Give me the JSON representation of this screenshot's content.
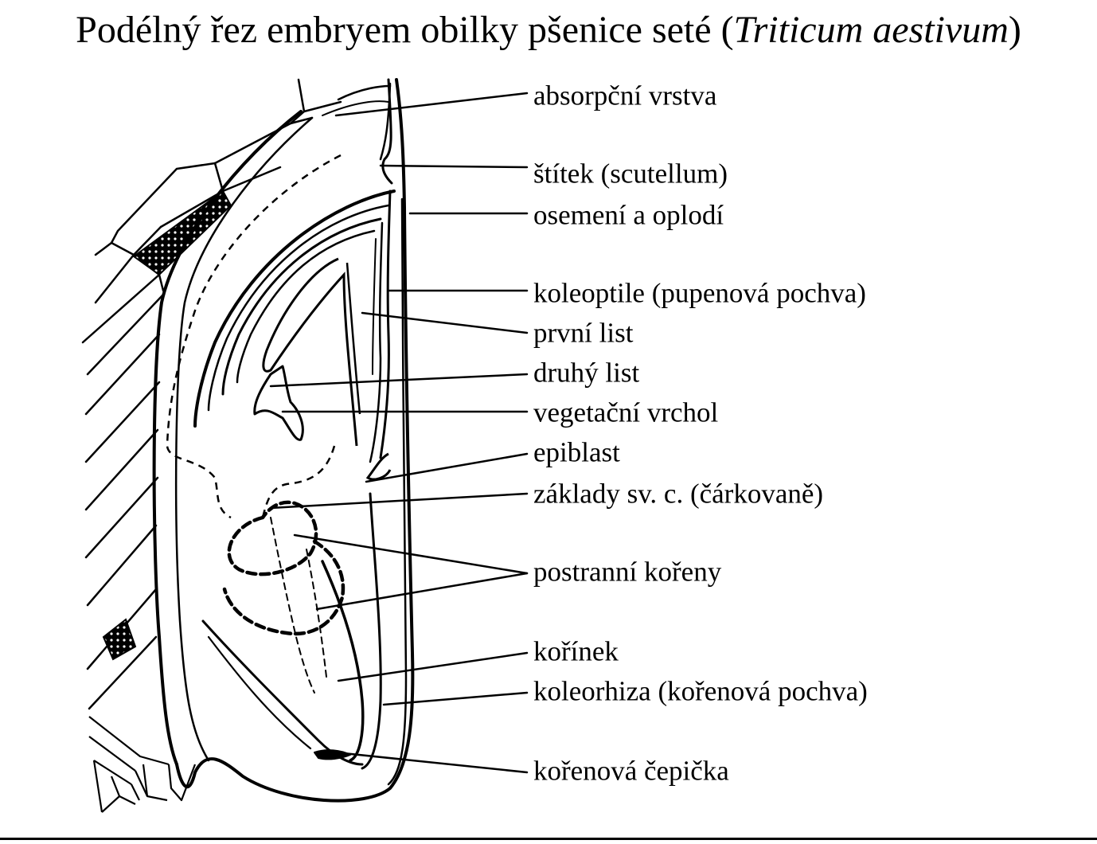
{
  "title": {
    "before": "Podélný řez embryem obilky pšenice seté (",
    "italic": "Triticum aestivum",
    "after": ")"
  },
  "labels": {
    "absorpcni_vrstva": "absorpční vrstva",
    "stitek": "štítek (scutellum)",
    "osemeni": "osemení a oplodí",
    "koleoptile": "koleoptile (pupenová pochva)",
    "prvni_list": "první list",
    "druhy_list": "druhý list",
    "vegetacni_vrchol": "vegetační vrchol",
    "epiblast": "epiblast",
    "zaklady": "základy sv. c. (čárkovaně)",
    "postranni_koreny": "postranní kořeny",
    "korinek": "kořínek",
    "koleorhiza": "koleorhiza (kořenová pochva)",
    "korenova_cepicka": "kořenová čepička"
  }
}
